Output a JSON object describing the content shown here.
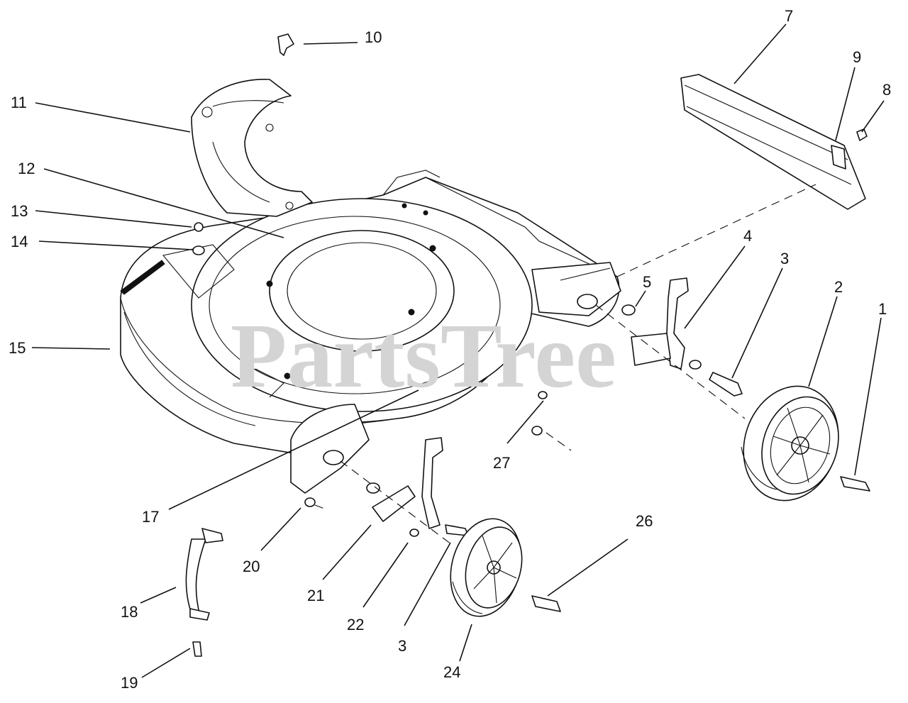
{
  "diagram": {
    "watermark": "PartsTree",
    "callouts": [
      {
        "id": "c10",
        "text": "10"
      },
      {
        "id": "c7",
        "text": "7"
      },
      {
        "id": "c9",
        "text": "9"
      },
      {
        "id": "c8",
        "text": "8"
      },
      {
        "id": "c11",
        "text": "11"
      },
      {
        "id": "c12",
        "text": "12"
      },
      {
        "id": "c13",
        "text": "13"
      },
      {
        "id": "c14",
        "text": "14"
      },
      {
        "id": "c15",
        "text": "15"
      },
      {
        "id": "c4",
        "text": "4"
      },
      {
        "id": "c3a",
        "text": "3"
      },
      {
        "id": "c2",
        "text": "2"
      },
      {
        "id": "c1",
        "text": "1"
      },
      {
        "id": "c5",
        "text": "5"
      },
      {
        "id": "c27",
        "text": "27"
      },
      {
        "id": "c17",
        "text": "17"
      },
      {
        "id": "c20",
        "text": "20"
      },
      {
        "id": "c21",
        "text": "21"
      },
      {
        "id": "c22",
        "text": "22"
      },
      {
        "id": "c3b",
        "text": "3"
      },
      {
        "id": "c26",
        "text": "26"
      },
      {
        "id": "c18",
        "text": "18"
      },
      {
        "id": "c24",
        "text": "24"
      },
      {
        "id": "c19",
        "text": "19"
      }
    ]
  }
}
